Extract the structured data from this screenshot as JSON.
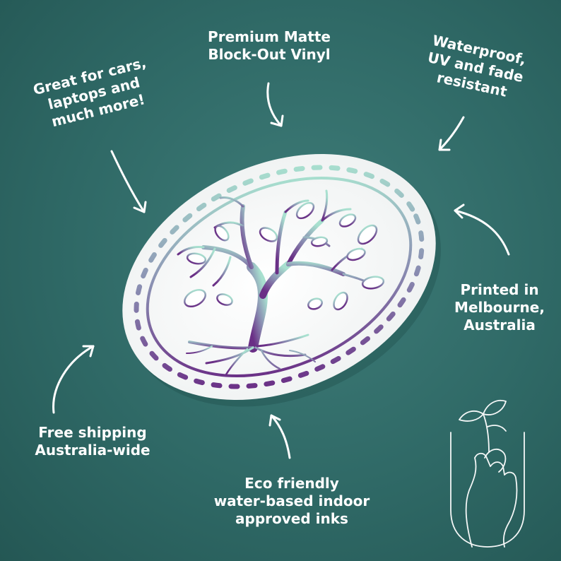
{
  "callouts": {
    "premium": [
      "Premium Matte",
      "Block-Out Vinyl"
    ],
    "cars": [
      "Great for cars,",
      "laptops and",
      "much more!"
    ],
    "waterproof": [
      "Waterproof,",
      "UV and fade",
      "resistant"
    ],
    "printed": [
      "Printed in",
      "Melbourne,",
      "Australia"
    ],
    "shipping": [
      "Free shipping",
      "Australia-wide"
    ],
    "eco": [
      "Eco friendly",
      "water-based indoor",
      "approved inks"
    ]
  },
  "colors": {
    "background": "#2f6966",
    "sticker": "#f7f8f8",
    "mint": "#a8e0cf",
    "purple": "#6a2f86",
    "text": "#ffffff"
  },
  "icons": [
    "tree-of-life-icon",
    "hand-sprout-icon",
    "arrow-icon"
  ]
}
